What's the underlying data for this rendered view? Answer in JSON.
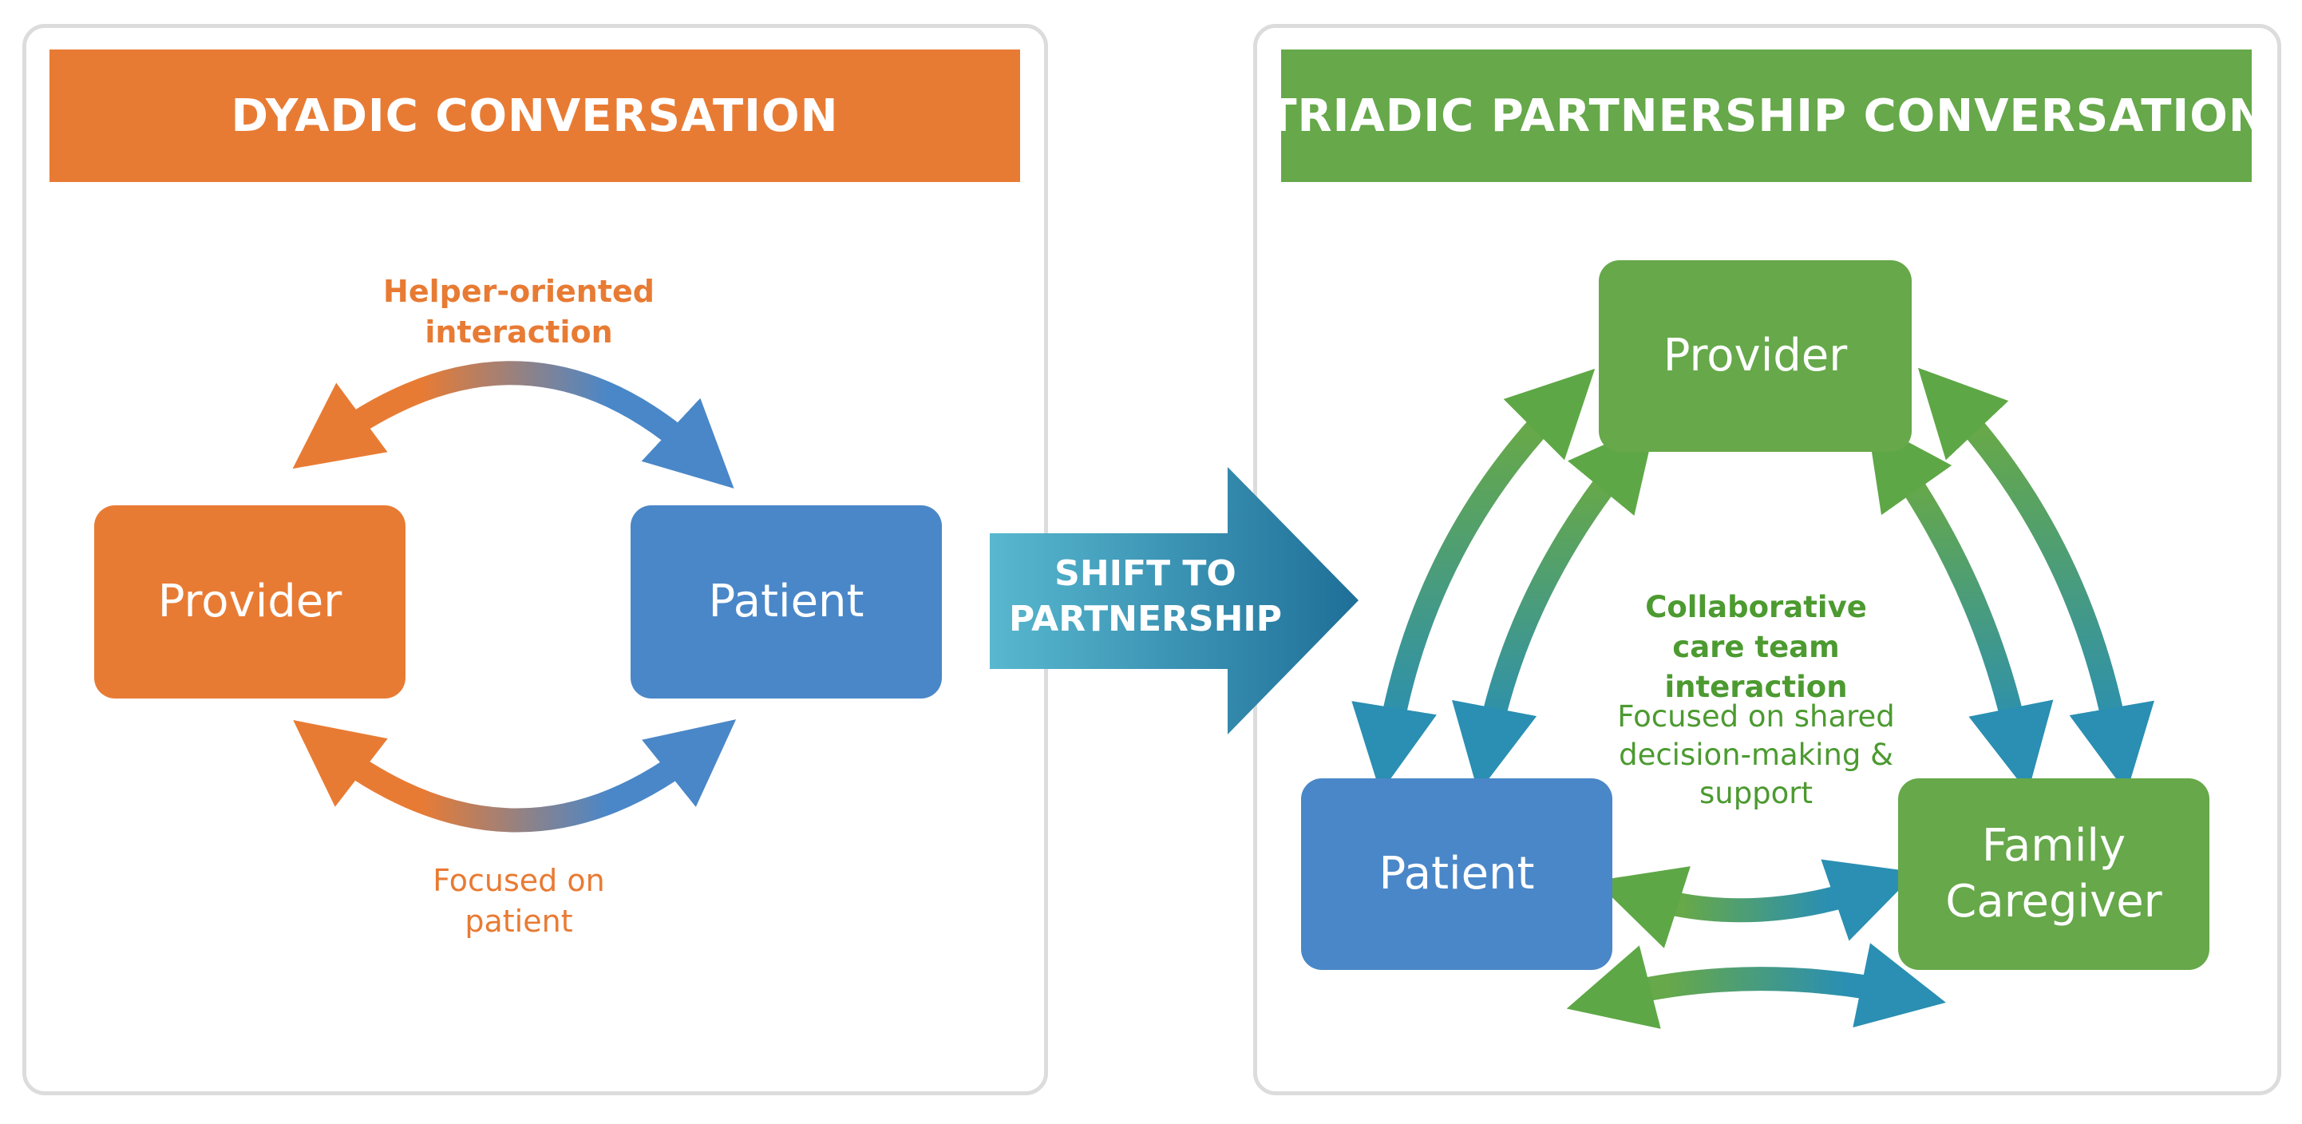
{
  "left_panel": {
    "title": "DYADIC CONVERSATION",
    "nodes": {
      "provider": "Provider",
      "patient": "Patient"
    },
    "top_label": "Helper-oriented interaction",
    "bottom_label": "Focused on patient"
  },
  "shift": {
    "label": "SHIFT TO PARTNERSHIP"
  },
  "right_panel": {
    "title": "TRIADIC PARTNERSHIP CONVERSATION",
    "nodes": {
      "provider": "Provider",
      "patient": "Patient",
      "family_caregiver": "Family Caregiver"
    },
    "center_title": "Collaborative care team interaction",
    "center_subtitle": "Focused on shared decision-making & support"
  },
  "colors": {
    "orange": "#e87b34",
    "blue": "#4a87c8",
    "green": "#66a84a",
    "teal": "#2a8fb2",
    "border": "#dcdcdc"
  }
}
